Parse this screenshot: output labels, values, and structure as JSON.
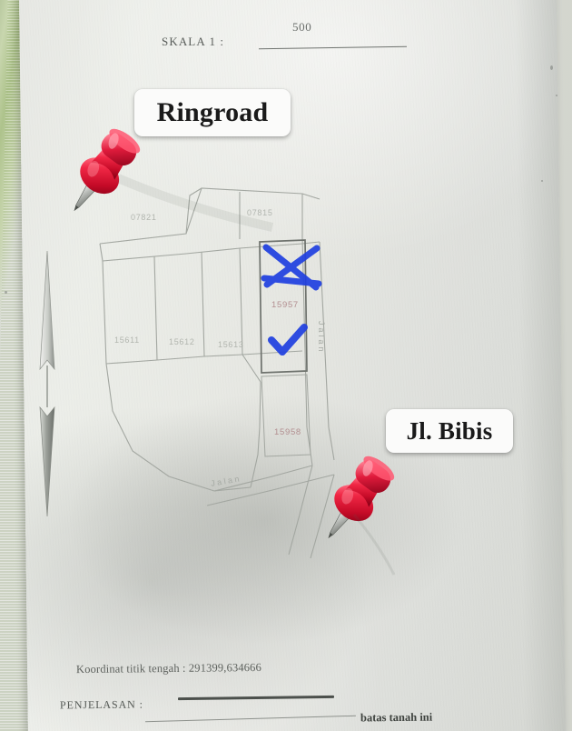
{
  "document": {
    "type": "land-parcel-map-photo",
    "scale_label": "SKALA 1 :",
    "scale_value": "500"
  },
  "stickers": [
    {
      "id": "ringroad",
      "label": "Ringroad"
    },
    {
      "id": "bibis",
      "label": "Jl. Bibis"
    }
  ],
  "pins": [
    {
      "id": "pin-ringroad",
      "icon": "pushpin-icon",
      "color": "#e01b3c"
    },
    {
      "id": "pin-bibis",
      "icon": "pushpin-icon",
      "color": "#e01b3c"
    }
  ],
  "map": {
    "north_arrow_icon": "north-arrow-icon",
    "parcels": [
      {
        "id": "p-07821",
        "number": "07821",
        "style": "faint"
      },
      {
        "id": "p-07815",
        "number": "07815",
        "style": "faint"
      },
      {
        "id": "p-15611",
        "number": "15611",
        "style": "faint"
      },
      {
        "id": "p-15612",
        "number": "15612",
        "style": "faint"
      },
      {
        "id": "p-15613",
        "number": "15613",
        "style": "faint"
      },
      {
        "id": "p-15957",
        "number": "15957",
        "style": "red"
      },
      {
        "id": "p-15958",
        "number": "15958",
        "style": "red"
      }
    ],
    "road_labels": [
      {
        "id": "road-vertical",
        "text": "Jalan",
        "orientation": "vertical"
      },
      {
        "id": "road-diagonal",
        "text": "Jalan",
        "orientation": "horizontal"
      }
    ],
    "annotations": [
      {
        "id": "blue-cross",
        "icon": "cross-mark-icon",
        "color": "#1f3fe0",
        "meaning": "crossed-out parcel"
      },
      {
        "id": "blue-check",
        "icon": "check-mark-icon",
        "color": "#1f3fe0",
        "meaning": "selected parcel"
      }
    ]
  },
  "footer": {
    "coordinate_text": "Koordinat titik tengah : 291399,634666",
    "penjelasan_label": "PENJELASAN :",
    "legend_text": "batas tanah ini"
  },
  "colors": {
    "paper": "#e7e8e4",
    "backdrop_green": "#b9c9a0",
    "pen_blue": "#1f3fe0",
    "pin_red": "#e01b3c",
    "parcel_red_ink": "#b08a8c"
  }
}
